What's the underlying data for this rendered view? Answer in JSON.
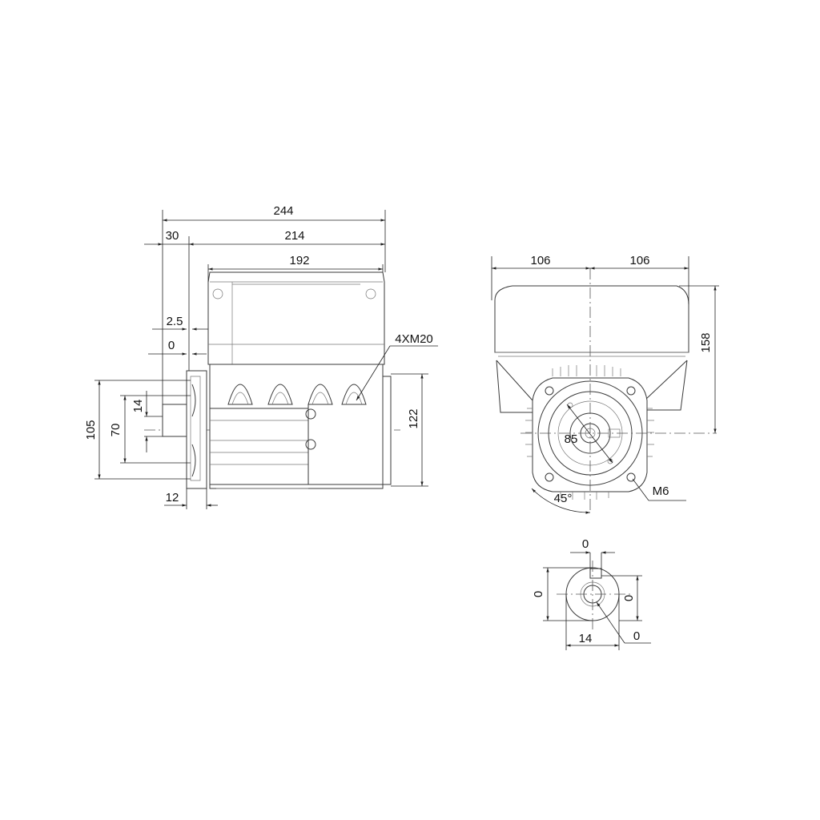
{
  "side_view": {
    "overall_length": "244",
    "flange_offset": "30",
    "body_length": "214",
    "terminal_box_length": "192",
    "flange_gap": "2.5",
    "flange_zero": "0",
    "cable_glands": "4XM20",
    "height_105": "105",
    "height_70": "70",
    "height_14": "14",
    "height_122": "122",
    "flange_thickness": "12"
  },
  "end_view": {
    "half_width_left": "106",
    "half_width_right": "106",
    "height_158": "158",
    "pitch_circle": "85",
    "bolt_thread": "M6",
    "bolt_angle": "45°"
  },
  "shaft_view": {
    "key_width": "0",
    "shaft_height": "0",
    "key_height": "0",
    "diameter": "14",
    "thread_hole": "0"
  }
}
